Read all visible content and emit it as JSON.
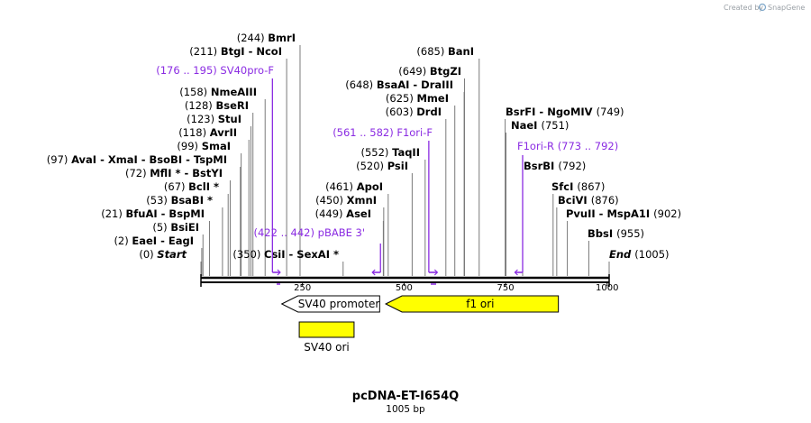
{
  "title": "pcDNA-ET-I654Q",
  "subtitle": "1005 bp",
  "credit": "Created by",
  "brand": "SnapGene",
  "primer_color": "#8a2be2",
  "feature_color": "#ffff00",
  "bp_total": 1005,
  "ticks": [
    "250",
    "500",
    "750",
    "1000"
  ],
  "features": [
    {
      "id": "sv40-promoter",
      "label": "SV40 promoter",
      "start": 199,
      "end": 440,
      "dir": "left",
      "color": "#ffffff"
    },
    {
      "id": "f1-ori",
      "label": "f1 ori",
      "start": 455,
      "end": 880,
      "dir": "left",
      "color": "#ffff00"
    },
    {
      "id": "sv40-ori",
      "label": "SV40 ori",
      "start": 242,
      "end": 377,
      "dir": "none",
      "color": "#ffff00"
    }
  ],
  "primers": [
    {
      "id": "sv40pro-f",
      "range": "(176 .. 195)",
      "name": "SV40pro-F",
      "start": 176,
      "end": 195,
      "dir": "right"
    },
    {
      "id": "pbabe3",
      "range": "(422 .. 442)",
      "name": "pBABE 3'",
      "start": 422,
      "end": 442,
      "dir": "left"
    },
    {
      "id": "f1ori-f",
      "range": "(561 .. 582)",
      "name": "F1ori-F",
      "start": 561,
      "end": 582,
      "dir": "right"
    },
    {
      "id": "f1ori-r",
      "range": "(773 .. 792)",
      "name": "F1ori-R",
      "start": 773,
      "end": 792,
      "dir": "left"
    }
  ],
  "sites": [
    {
      "pos": "(0)",
      "names": "Start",
      "italic": true
    },
    {
      "pos": "(2)",
      "names": "EaeI  - EagI"
    },
    {
      "pos": "(5)",
      "names": "BsiEI"
    },
    {
      "pos": "(21)",
      "names": "BfuAI  - BspMI"
    },
    {
      "pos": "(53)",
      "names": "BsaBI *"
    },
    {
      "pos": "(67)",
      "names": "BclI *"
    },
    {
      "pos": "(72)",
      "names": "MflI * - BstYI"
    },
    {
      "pos": "(97)",
      "names": "AvaI  - XmaI  - BsoBI  - TspMI"
    },
    {
      "pos": "(99)",
      "names": "SmaI"
    },
    {
      "pos": "(118)",
      "names": "AvrII"
    },
    {
      "pos": "(123)",
      "names": "StuI"
    },
    {
      "pos": "(128)",
      "names": "BseRI"
    },
    {
      "pos": "(158)",
      "names": "NmeAIII"
    },
    {
      "pos": "(211)",
      "names": "BtgI  - NcoI"
    },
    {
      "pos": "(244)",
      "names": "BmrI"
    },
    {
      "pos": "(350)",
      "names": "CsiI  - SexAI *"
    },
    {
      "pos": "(449)",
      "names": "AseI"
    },
    {
      "pos": "(450)",
      "names": "XmnI"
    },
    {
      "pos": "(461)",
      "names": "ApoI"
    },
    {
      "pos": "(520)",
      "names": "PsiI"
    },
    {
      "pos": "(552)",
      "names": "TaqII"
    },
    {
      "pos": "(603)",
      "names": "DrdI"
    },
    {
      "pos": "(625)",
      "names": "MmeI"
    },
    {
      "pos": "(648)",
      "names": "BsaAI  - DraIII"
    },
    {
      "pos": "(649)",
      "names": "BtgZI"
    },
    {
      "pos": "(685)",
      "names": "BanI"
    },
    {
      "pos": "(749)",
      "names": "BsrFI  - NgoMIV"
    },
    {
      "pos": "(751)",
      "names": "NaeI"
    },
    {
      "pos": "(792)",
      "names": "BsrBI"
    },
    {
      "pos": "(867)",
      "names": "SfcI"
    },
    {
      "pos": "(876)",
      "names": "BciVI"
    },
    {
      "pos": "(902)",
      "names": "PvuII  - MspA1I"
    },
    {
      "pos": "(955)",
      "names": "BbsI"
    },
    {
      "pos": "(1005)",
      "names": "End",
      "italic": true
    }
  ]
}
